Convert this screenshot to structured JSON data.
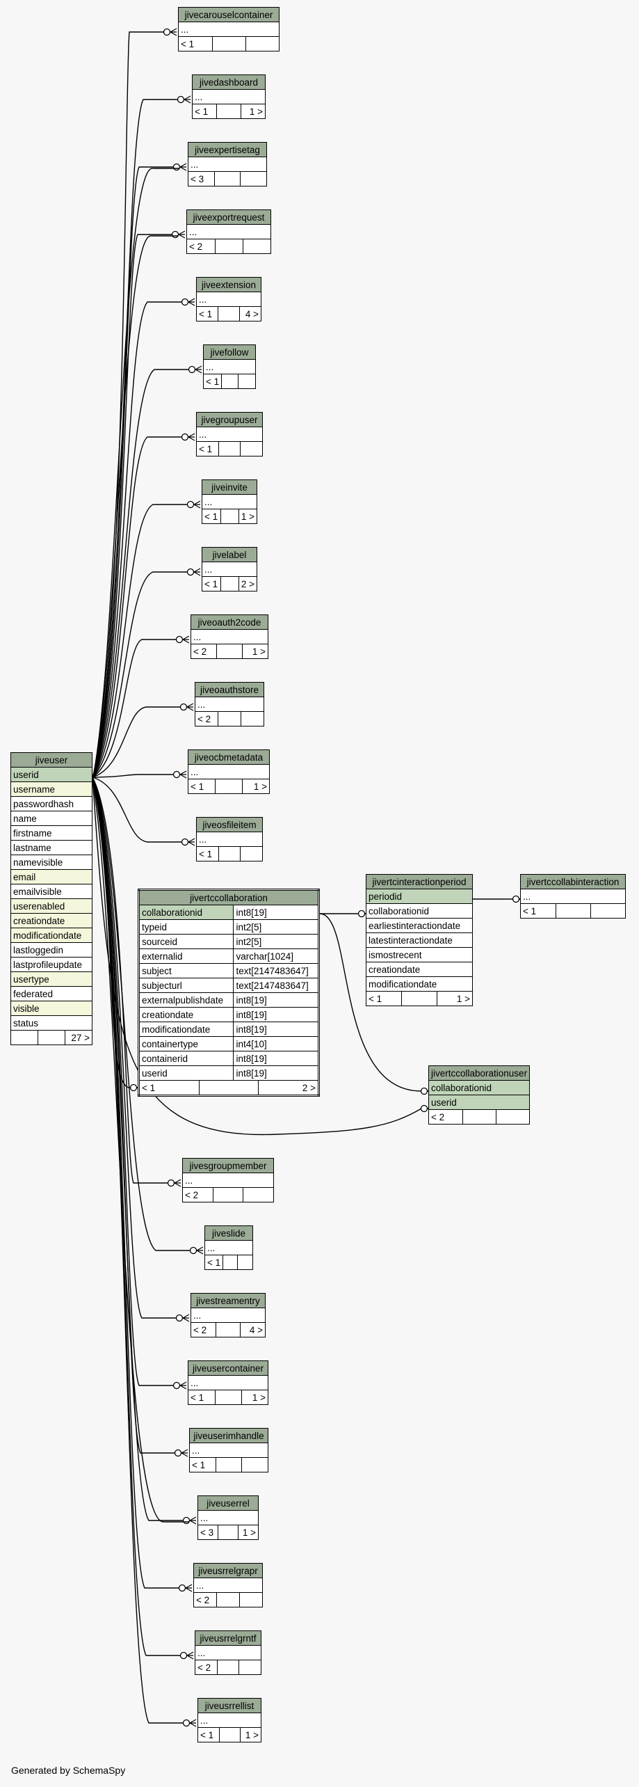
{
  "footer": "Generated by SchemaSpy",
  "center": {
    "name": "jiveuser",
    "columns": [
      {
        "n": "userid",
        "cls": "pk"
      },
      {
        "n": "username",
        "cls": "idx"
      },
      {
        "n": "passwordhash",
        "cls": ""
      },
      {
        "n": "name",
        "cls": ""
      },
      {
        "n": "firstname",
        "cls": ""
      },
      {
        "n": "lastname",
        "cls": ""
      },
      {
        "n": "namevisible",
        "cls": ""
      },
      {
        "n": "email",
        "cls": "idx"
      },
      {
        "n": "emailvisible",
        "cls": ""
      },
      {
        "n": "userenabled",
        "cls": "idx"
      },
      {
        "n": "creationdate",
        "cls": "idx"
      },
      {
        "n": "modificationdate",
        "cls": "idx"
      },
      {
        "n": "lastloggedin",
        "cls": ""
      },
      {
        "n": "lastprofileupdate",
        "cls": ""
      },
      {
        "n": "usertype",
        "cls": "idx"
      },
      {
        "n": "federated",
        "cls": ""
      },
      {
        "n": "visible",
        "cls": "idx"
      },
      {
        "n": "status",
        "cls": ""
      }
    ],
    "counts": [
      "",
      "",
      "27 >"
    ]
  },
  "collab": {
    "name": "jivertccollaboration",
    "columns": [
      {
        "n": "collaborationid",
        "t": "int8[19]",
        "cls": "pk"
      },
      {
        "n": "typeid",
        "t": "int2[5]",
        "cls": ""
      },
      {
        "n": "sourceid",
        "t": "int2[5]",
        "cls": ""
      },
      {
        "n": "externalid",
        "t": "varchar[1024]",
        "cls": ""
      },
      {
        "n": "subject",
        "t": "text[2147483647]",
        "cls": ""
      },
      {
        "n": "subjecturl",
        "t": "text[2147483647]",
        "cls": ""
      },
      {
        "n": "externalpublishdate",
        "t": "int8[19]",
        "cls": ""
      },
      {
        "n": "creationdate",
        "t": "int8[19]",
        "cls": ""
      },
      {
        "n": "modificationdate",
        "t": "int8[19]",
        "cls": ""
      },
      {
        "n": "containertype",
        "t": "int4[10]",
        "cls": ""
      },
      {
        "n": "containerid",
        "t": "int8[19]",
        "cls": ""
      },
      {
        "n": "userid",
        "t": "int8[19]",
        "cls": ""
      }
    ],
    "counts": [
      "< 1",
      "",
      "2 >"
    ]
  },
  "interaction": {
    "name": "jivertcinteractionperiod",
    "columns": [
      {
        "n": "periodid",
        "cls": "pk"
      },
      {
        "n": "collaborationid",
        "cls": ""
      },
      {
        "n": "earliestinteractiondate",
        "cls": ""
      },
      {
        "n": "latestinteractiondate",
        "cls": ""
      },
      {
        "n": "ismostrecent",
        "cls": ""
      },
      {
        "n": "creationdate",
        "cls": ""
      },
      {
        "n": "modificationdate",
        "cls": ""
      }
    ],
    "counts": [
      "< 1",
      "",
      "1 >"
    ]
  },
  "collabuser": {
    "name": "jivertccollaborationuser",
    "columns": [
      {
        "n": "collaborationid",
        "cls": "pk"
      },
      {
        "n": "userid",
        "cls": "pk"
      }
    ],
    "counts": [
      "< 2",
      "",
      ""
    ]
  },
  "collabinteraction": {
    "name": "jivertccollabinteraction",
    "columns": [
      {
        "n": "...",
        "cls": ""
      }
    ],
    "counts": [
      "< 1",
      "",
      ""
    ]
  },
  "small_tables": [
    {
      "name": "jivecarouselcontainer",
      "counts": [
        "< 1",
        "",
        ""
      ]
    },
    {
      "name": "jivedashboard",
      "counts": [
        "< 1",
        "",
        "1 >"
      ]
    },
    {
      "name": "jiveexpertisetag",
      "counts": [
        "< 3",
        "",
        ""
      ]
    },
    {
      "name": "jiveexportrequest",
      "counts": [
        "< 2",
        "",
        ""
      ]
    },
    {
      "name": "jiveextension",
      "counts": [
        "< 1",
        "",
        "4 >"
      ]
    },
    {
      "name": "jivefollow",
      "counts": [
        "< 1",
        "",
        ""
      ]
    },
    {
      "name": "jivegroupuser",
      "counts": [
        "< 1",
        "",
        ""
      ]
    },
    {
      "name": "jiveinvite",
      "counts": [
        "< 1",
        "",
        "1 >"
      ]
    },
    {
      "name": "jivelabel",
      "counts": [
        "< 1",
        "",
        "2 >"
      ]
    },
    {
      "name": "jiveoauth2code",
      "counts": [
        "< 2",
        "",
        "1 >"
      ]
    },
    {
      "name": "jiveoauthstore",
      "counts": [
        "< 2",
        "",
        ""
      ]
    },
    {
      "name": "jiveocbmetadata",
      "counts": [
        "< 1",
        "",
        "1 >"
      ]
    },
    {
      "name": "jiveosfileitem",
      "counts": [
        "< 1",
        "",
        ""
      ]
    },
    {
      "name": "jivesgroupmember",
      "counts": [
        "< 2",
        "",
        ""
      ]
    },
    {
      "name": "jiveslide",
      "counts": [
        "< 1",
        "",
        ""
      ]
    },
    {
      "name": "jivestreamentry",
      "counts": [
        "< 2",
        "",
        "4 >"
      ]
    },
    {
      "name": "jiveusercontainer",
      "counts": [
        "< 1",
        "",
        "1 >"
      ]
    },
    {
      "name": "jiveuserimhandle",
      "counts": [
        "< 1",
        "",
        ""
      ]
    },
    {
      "name": "jiveuserrel",
      "counts": [
        "< 3",
        "",
        "1 >"
      ]
    },
    {
      "name": "jiveusrrelgrapr",
      "counts": [
        "< 2",
        "",
        ""
      ]
    },
    {
      "name": "jiveusrrelgrntf",
      "counts": [
        "< 2",
        "",
        ""
      ]
    },
    {
      "name": "jiveusrrellist",
      "counts": [
        "< 1",
        "",
        "1 >"
      ]
    }
  ],
  "ellipsis": "...",
  "colors": {
    "header": "#9bab96",
    "key": "#bfd4b8",
    "indexed": "#f5f7dc",
    "background": "#f7f7f7"
  }
}
